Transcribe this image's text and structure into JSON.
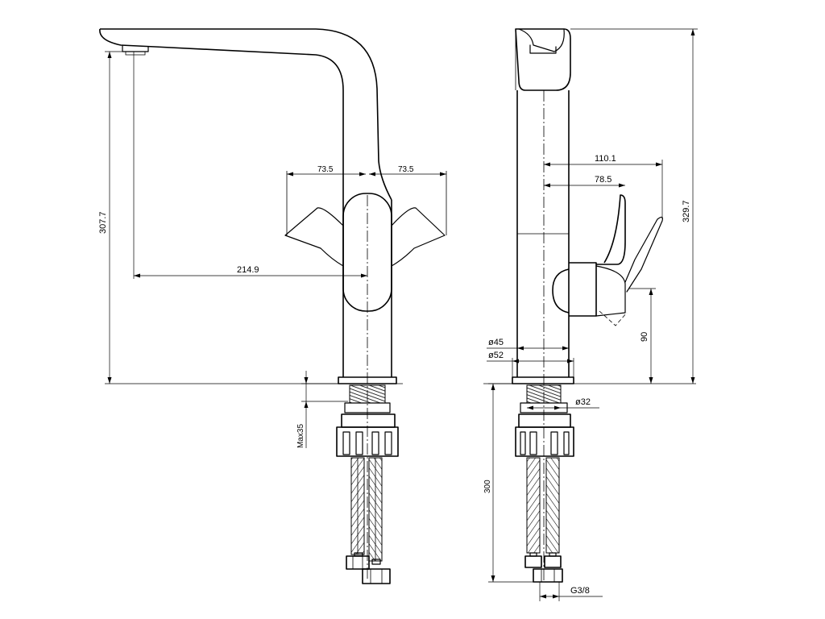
{
  "front_view": {
    "dims": {
      "left_rotation": "73.5",
      "right_rotation": "73.5",
      "reach": "214.9",
      "spout_height": "307.7",
      "max_deck": "Max35"
    }
  },
  "side_view": {
    "dims": {
      "handle_reach": "110.1",
      "lever_offset": "78.5",
      "total_height": "329.7",
      "lever_height": "90",
      "body_dia": "ø45",
      "base_dia": "ø52",
      "shank_dia": "ø32",
      "hose_length": "300",
      "connection": "G3/8"
    }
  }
}
